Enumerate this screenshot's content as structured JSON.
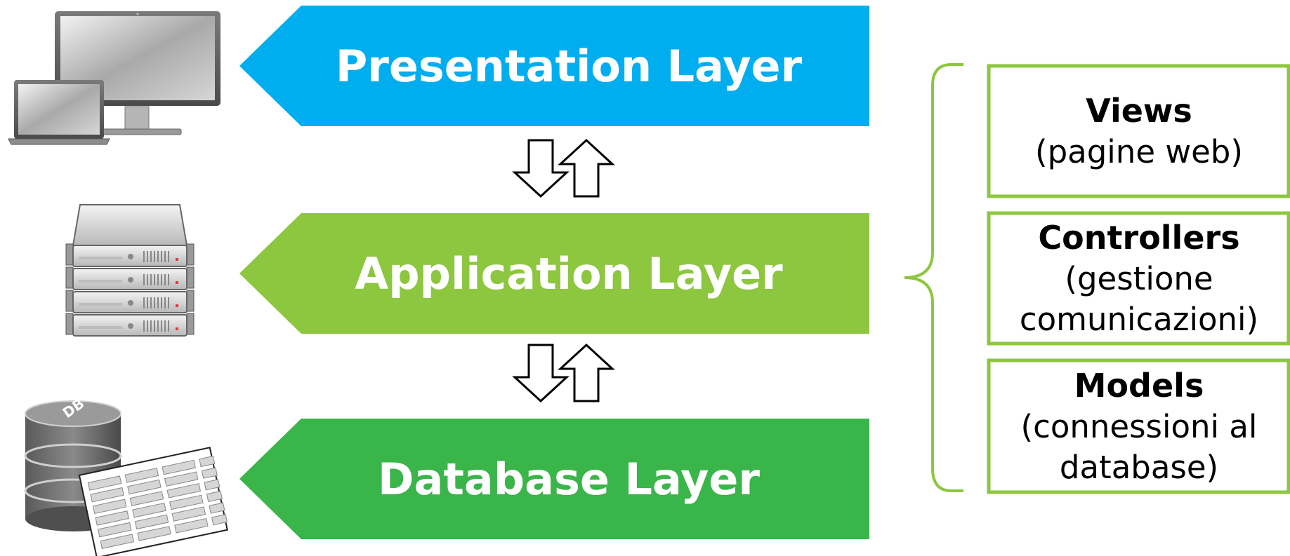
{
  "layers": [
    {
      "label": "Presentation Layer",
      "color": "#00AEEF",
      "icon": "monitor-laptop-icon"
    },
    {
      "label": "Application Layer",
      "color": "#8DC63F",
      "icon": "server-rack-icon"
    },
    {
      "label": "Database Layer",
      "color": "#39B54A",
      "icon": "database-table-icon"
    }
  ],
  "database_icon_text": "DB",
  "mvc_brace_color": "#8DC63F",
  "mvc": [
    {
      "title": "Views",
      "desc_lines": [
        "(pagine web)"
      ]
    },
    {
      "title": "Controllers",
      "desc_lines": [
        "(gestione",
        "comunicazioni)"
      ]
    },
    {
      "title": "Models",
      "desc_lines": [
        "(connessioni al",
        "database)"
      ]
    }
  ]
}
